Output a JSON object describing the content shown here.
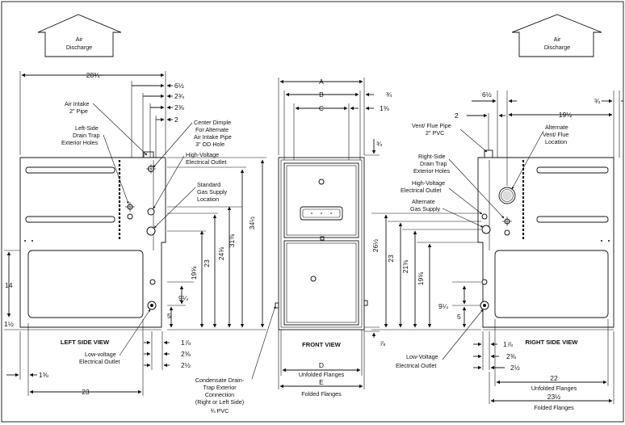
{
  "top_labels": {
    "air_discharge_left": [
      "Air",
      "Discharge"
    ],
    "air_discharge_right": [
      "Air",
      "Discharge"
    ]
  },
  "left_view": {
    "title": "LEFT SIDE VIEW",
    "callouts": {
      "air_intake": [
        "Air Intake",
        "2\" Pipe"
      ],
      "drain_trap": [
        "Left-Side",
        "Drain Trap",
        "Exterior Holes"
      ],
      "center_dimple": [
        "Center Dimple",
        "For Alternate",
        "Air Intake Pipe",
        "3\" OD Hole"
      ],
      "high_voltage": [
        "High-Voltage",
        "Electrical Outlet"
      ],
      "gas_supply": [
        "Standard",
        "Gas Supply",
        "Location"
      ],
      "low_voltage": [
        "Low-voltage",
        "Electrical Outlet"
      ]
    },
    "dims": {
      "width_top": "28¾",
      "d_6_5": "6½",
      "d_2_75": "2¾",
      "d_2_375": "2⅜",
      "d_2": "2",
      "h_34_5": "34½",
      "h_31_375": "31⅜",
      "h_24_625": "24⅝",
      "h_23": "23",
      "h_19_625": "19⅝",
      "h_9_25": "9¼",
      "h_5": "5",
      "h_14": "14",
      "h_1_5": "1½",
      "d_1_875": "1⅞",
      "d_2_375_b": "2⅜",
      "d_2_5": "2½",
      "d_1_375": "1⅜",
      "width_bottom": "23"
    }
  },
  "front_view": {
    "title": "FRONT VIEW",
    "dims": {
      "a": "A",
      "b": "B",
      "c": "C",
      "d_3_4": "¾",
      "d_1_375": "1⅜",
      "d_top_3_4": "¾",
      "d_bottom_7_8": "⅞",
      "d_label": "D",
      "d_caption": "Unfolded Flanges",
      "e_label": "E",
      "e_caption": "Folded Flanges"
    },
    "condensate": [
      "Condensate Drain-",
      "Trap Exterior",
      "Connection",
      "(Right or Left Side)",
      "¾ PVC"
    ]
  },
  "right_view": {
    "title": "RIGHT SIDE VIEW",
    "callouts": {
      "vent_flue": [
        "Vent/ Flue Pipe",
        "2\" PVC"
      ],
      "alt_vent": [
        "Alternate",
        "Vent/ Flue",
        "Location"
      ],
      "drain_trap": [
        "Right-Side",
        "Drain Trap",
        "Exterior Holes"
      ],
      "high_voltage": [
        "High-Voltage",
        "Electrical Outlet"
      ],
      "alt_gas": [
        "Alternate",
        "Gas Supply"
      ],
      "low_voltage": [
        "Low-Voltage",
        "Electrical Outlet"
      ]
    },
    "dims": {
      "d_2": "2",
      "d_6_5": "6½",
      "d_19_5": "19½",
      "d_3_4": "¾",
      "h_26_5": "26½",
      "h_23": "23",
      "h_21_375": "21⅜",
      "h_19_625": "19⅝",
      "h_9_25": "9¼",
      "h_5": "5",
      "d_1_875": "1⅞",
      "d_2_375": "2⅜",
      "d_2_5": "2½",
      "d_22": "22",
      "d_22_caption": "Unfolded Flanges",
      "d_23_5": "23½",
      "d_23_5_caption": "Folded Flanges"
    }
  }
}
